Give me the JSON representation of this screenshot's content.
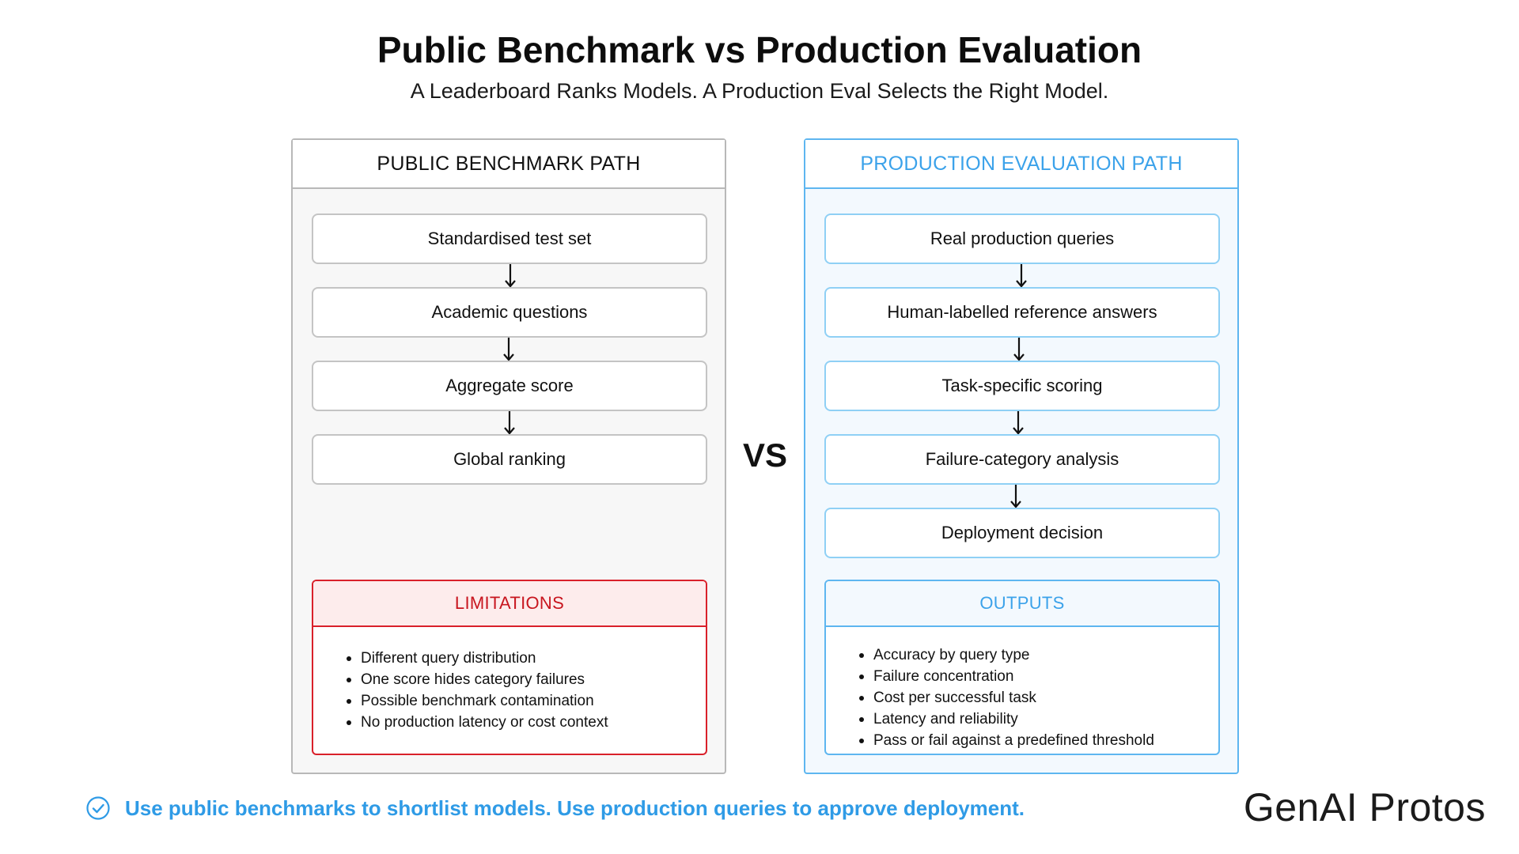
{
  "title": "Public Benchmark vs Production Evaluation",
  "subtitle": "A Leaderboard Ranks Models. A Production Eval Selects the Right Model.",
  "vs_label": "VS",
  "left_panel": {
    "header": "PUBLIC BENCHMARK PATH",
    "steps": [
      "Standardised test set",
      "Academic questions",
      "Aggregate score",
      "Global ranking"
    ],
    "box_title": "LIMITATIONS",
    "box_items": [
      "Different query distribution",
      "One score hides category failures",
      "Possible benchmark contamination",
      "No production latency or cost context"
    ]
  },
  "right_panel": {
    "header": "PRODUCTION EVALUATION PATH",
    "steps": [
      "Real production queries",
      "Human-labelled reference answers",
      "Task-specific scoring",
      "Failure-category analysis",
      "Deployment decision"
    ],
    "box_title": "OUTPUTS",
    "box_items": [
      "Accuracy by query type",
      "Failure concentration",
      "Cost per successful task",
      "Latency and reliability",
      "Pass or fail against a predefined threshold"
    ]
  },
  "footer": {
    "icon": "check-circle-icon",
    "text": "Use public benchmarks to shortlist models. Use production queries to approve deployment."
  },
  "logo": "GenAI Protos",
  "colors": {
    "accent_blue": "#3ba2ea",
    "limit_red": "#d9202a",
    "neutral_border": "#b8b8b8"
  }
}
